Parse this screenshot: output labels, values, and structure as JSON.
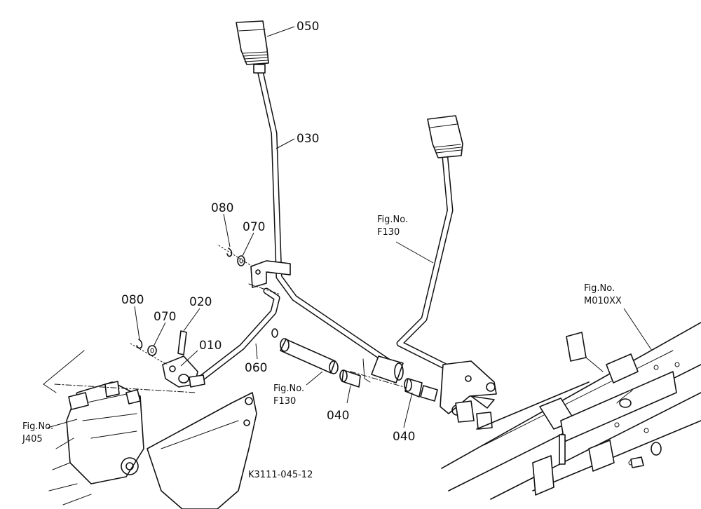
{
  "diagram": {
    "drawing_code": "K3111-045-12",
    "part_labels": {
      "p050": "050",
      "p030": "030",
      "p080_top": "080",
      "p070_top": "070",
      "p080_left": "080",
      "p070_left": "070",
      "p020": "020",
      "p010": "010",
      "p060": "060",
      "p040_a": "040",
      "p040_b": "040"
    },
    "references": {
      "f130_upper": {
        "line1": "Fig.No.",
        "line2": "F130"
      },
      "f130_lower": {
        "line1": "Fig.No.",
        "line2": "F130"
      },
      "m010xx": {
        "line1": "Fig.No.",
        "line2": "M010XX"
      },
      "j405": {
        "line1": "Fig.No.",
        "line2": "J405"
      }
    }
  }
}
